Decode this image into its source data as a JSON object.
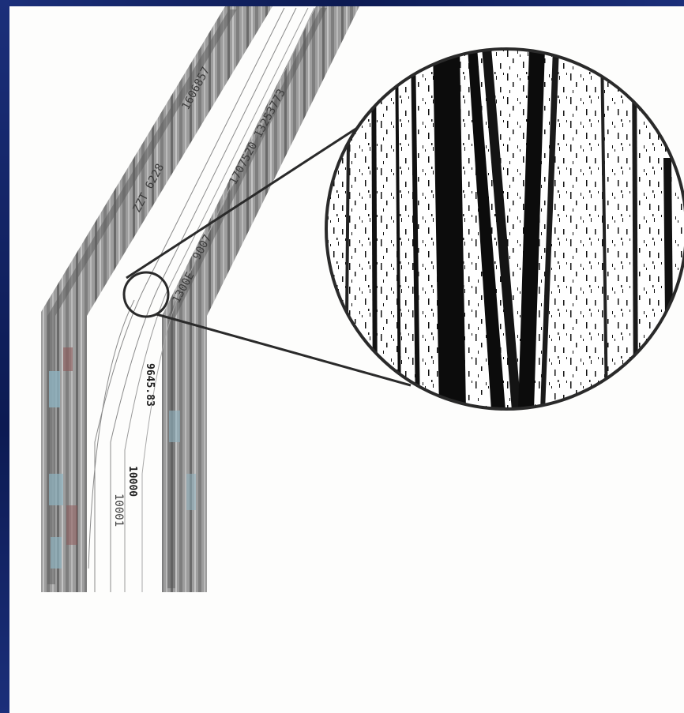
{
  "diagram": {
    "labels": {
      "outer_upper_1": "ZZT 6228",
      "outer_upper_2": "1606857",
      "inner_upper_1": "1707520 13253773",
      "inner_upper_2": "9007",
      "inner_upper_3": "1300E",
      "inner_lower_1": "9645.83",
      "inner_lower_2": "10000",
      "inner_lower_3": "10001"
    },
    "colors": {
      "band_dark": "#6c6c6c",
      "band_light": "#a9a9a9",
      "band_tint_blue": "#8fb3c0",
      "band_tint_red": "#8e5a5a",
      "magnifier_stroke": "#2a2a2a",
      "background": "#fdfdfc"
    }
  }
}
